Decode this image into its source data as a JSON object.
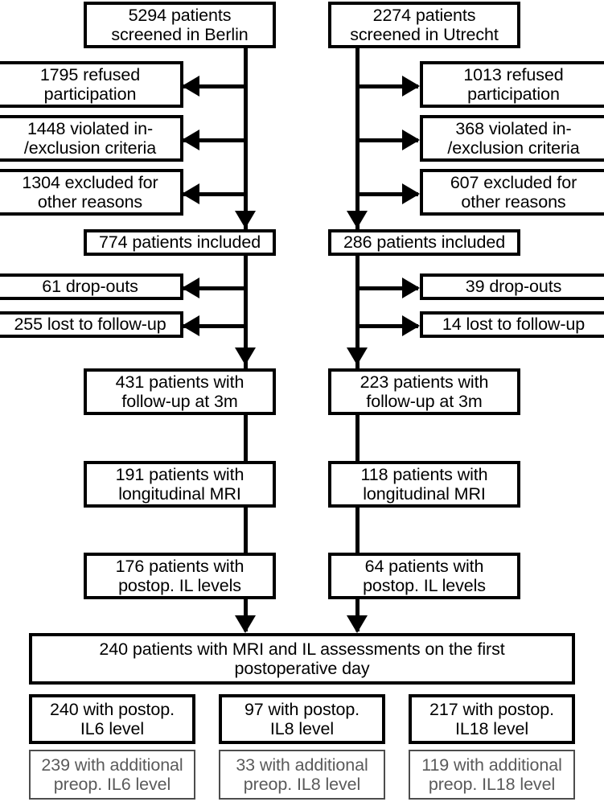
{
  "diagram": {
    "title": "Patient flow diagram",
    "colors": {
      "stroke": "#000000",
      "background": "#ffffff",
      "muted_stroke": "#4d4d4d",
      "muted_text": "#5a5a5a"
    },
    "cohorts": {
      "left": {
        "screened": "5294 patients\nscreened in Berlin",
        "exclusions": [
          "1795 refused\nparticipation",
          "1448 violated in-\n/exclusion criteria",
          "1304 excluded for\nother reasons"
        ],
        "included": "774 patients included",
        "attrition": [
          "61 drop-outs",
          "255 lost to follow-up"
        ],
        "followup": "431 patients with\nfollow-up at 3m",
        "mri": "191 patients with\nlongitudinal MRI",
        "il": "176 patients with\npostop. IL levels"
      },
      "right": {
        "screened": "2274 patients\nscreened in Utrecht",
        "exclusions": [
          "1013 refused\nparticipation",
          "368 violated in-\n/exclusion criteria",
          "607 excluded for\nother reasons"
        ],
        "included": "286 patients included",
        "attrition": [
          "39 drop-outs",
          "14 lost to follow-up"
        ],
        "followup": "223 patients with\nfollow-up at 3m",
        "mri": "118 patients with\nlongitudinal MRI",
        "il": "64 patients with\npostop. IL levels"
      }
    },
    "combined": "240 patients with MRI and IL assessments on the first\npostoperative day",
    "il_columns": [
      {
        "postop": "240 with postop.\nIL6 level",
        "preop": "239 with additional\npreop. IL6 level"
      },
      {
        "postop": "97 with postop.\nIL8 level",
        "preop": "33 with additional\npreop. IL8 level"
      },
      {
        "postop": "217 with postop.\nIL18 level",
        "preop": "119 with additional\npreop. IL18 level"
      }
    ]
  }
}
